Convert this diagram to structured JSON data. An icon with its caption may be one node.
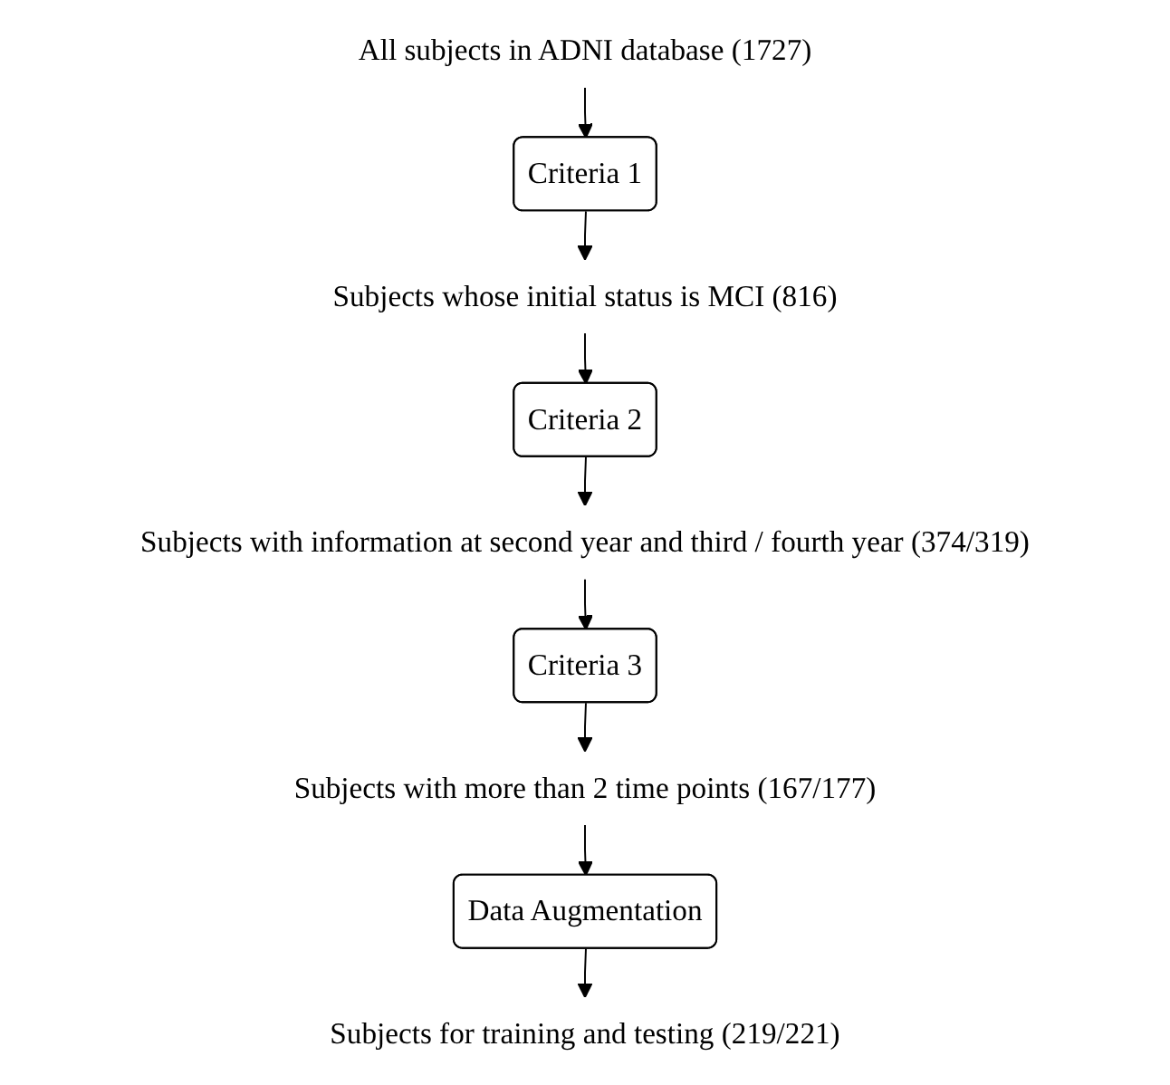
{
  "diagram": {
    "nodes": [
      {
        "text": [
          "All subjects in ADNI database (1727)"
        ]
      },
      {
        "text": [
          "Criteria 1"
        ]
      },
      {
        "text": [
          "Subjects whose initial status is MCI (816)"
        ]
      },
      {
        "text": [
          "Criteria 2"
        ]
      },
      {
        "text": [
          "Subjects with information at second year and third / fourth year (374/319)"
        ]
      },
      {
        "text": [
          "Criteria 3"
        ]
      },
      {
        "text": [
          "Subjects with more than 2 time points (167/177)"
        ]
      },
      {
        "text": [
          "Data Augmentation"
        ]
      },
      {
        "text": [
          "Subjects for training and testing (219/221)"
        ]
      }
    ],
    "edges": [
      {
        "from": 0,
        "to": 1,
        "arrow": "to"
      },
      {
        "from": 1,
        "to": 2,
        "arrow": "to"
      },
      {
        "from": 2,
        "to": 3,
        "arrow": "to"
      },
      {
        "from": 3,
        "to": 4,
        "arrow": "to"
      },
      {
        "from": 4,
        "to": 5,
        "arrow": "to"
      },
      {
        "from": 5,
        "to": 6,
        "arrow": "to"
      },
      {
        "from": 6,
        "to": 7,
        "arrow": "to"
      },
      {
        "from": 7,
        "to": 8,
        "arrow": "to"
      }
    ]
  }
}
